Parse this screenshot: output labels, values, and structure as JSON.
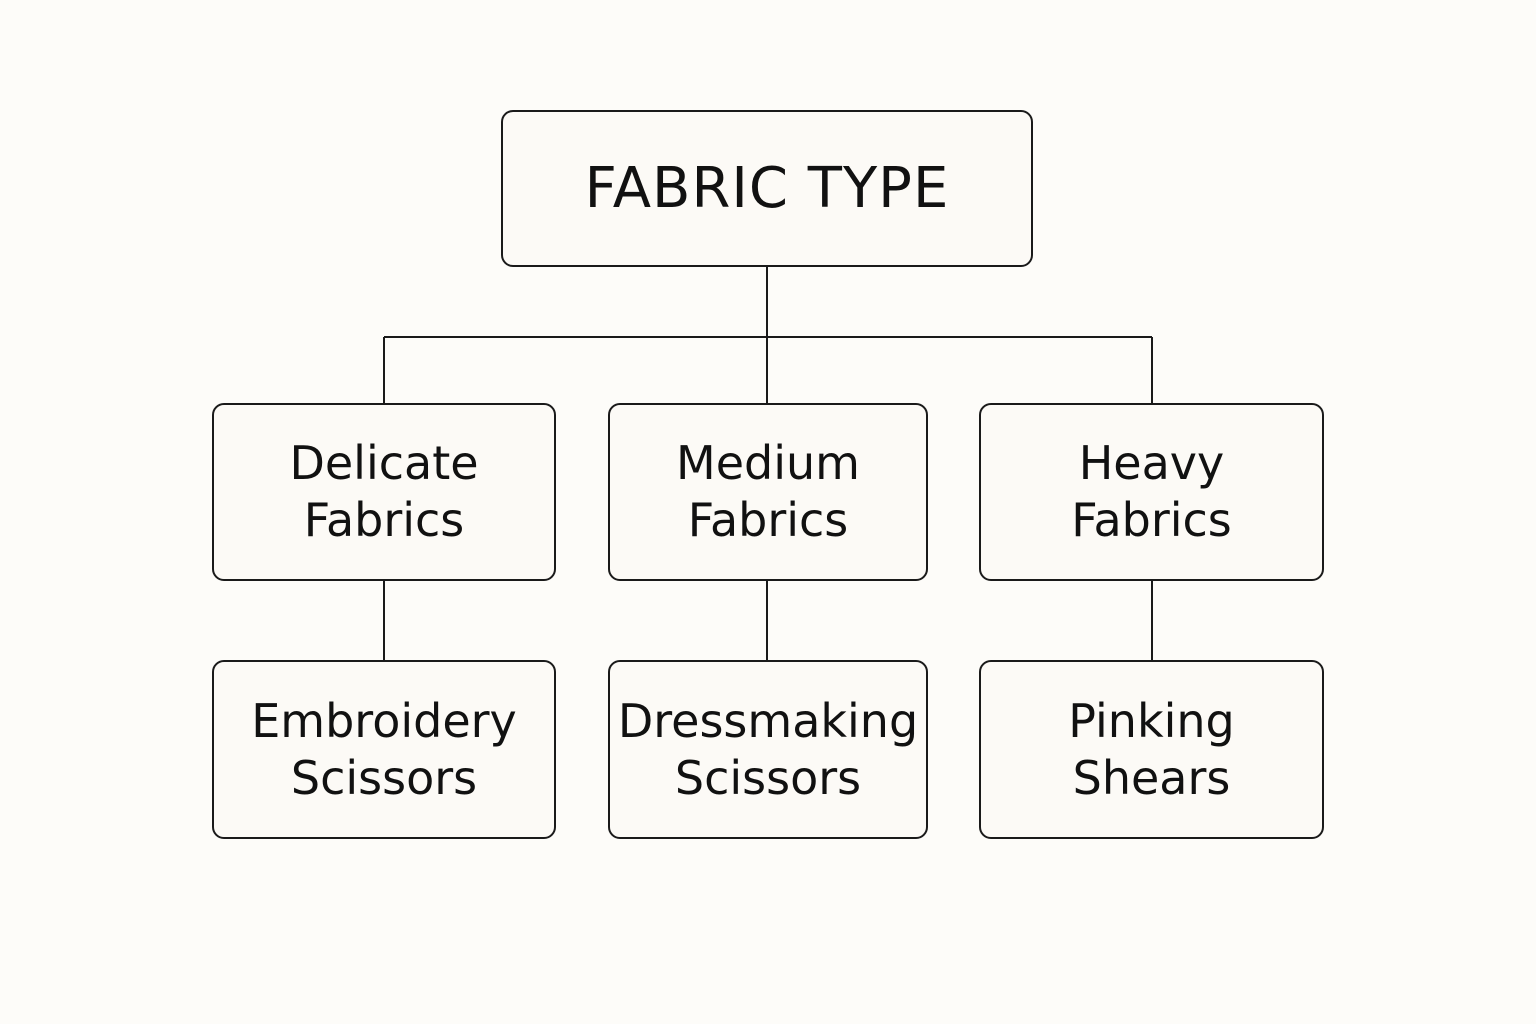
{
  "diagram": {
    "root": {
      "line1": "FABRIC TYPE"
    },
    "categories": [
      {
        "line1": "Delicate",
        "line2": "Fabrics"
      },
      {
        "line1": "Medium",
        "line2": "Fabrics"
      },
      {
        "line1": "Heavy",
        "line2": "Fabrics"
      }
    ],
    "tools": [
      {
        "line1": "Embroidery",
        "line2": "Scissors"
      },
      {
        "line1": "Dressmaking",
        "line2": "Scissors"
      },
      {
        "line1": "Pinking",
        "line2": "Shears"
      }
    ]
  },
  "colors": {
    "background": "#fdfcf9",
    "box_fill": "#fcfaf6",
    "stroke": "#1a1a1a",
    "text": "#111111"
  }
}
